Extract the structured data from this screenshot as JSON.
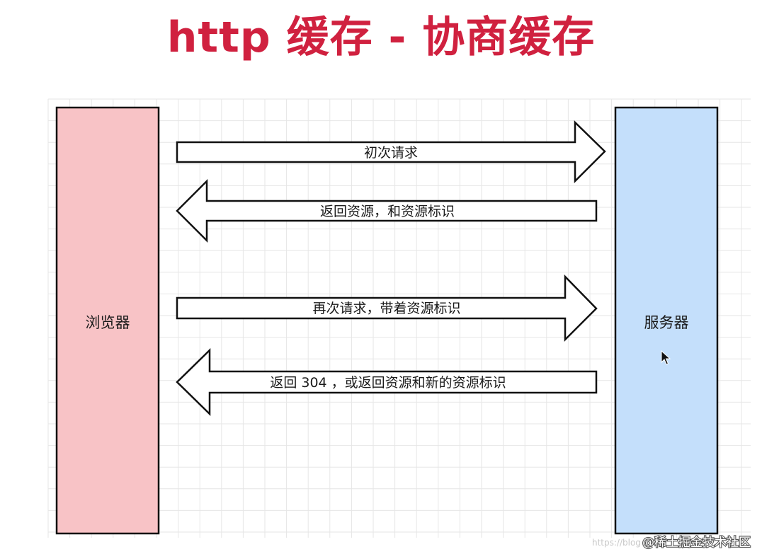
{
  "title": "http 缓存 - 协商缓存",
  "colors": {
    "title": "#d0213f",
    "browser_fill": "#f8c3c6",
    "server_fill": "#c4dffb",
    "grid": "#e6e6e6",
    "stroke": "#111111"
  },
  "nodes": {
    "browser": {
      "label": "浏览器"
    },
    "server": {
      "label": "服务器"
    }
  },
  "arrows": [
    {
      "label": "初次请求",
      "direction": "to-server"
    },
    {
      "label": "返回资源，和资源标识",
      "direction": "to-browser"
    },
    {
      "label": "再次请求，带着资源标识",
      "direction": "to-server"
    },
    {
      "label": "返回 304 ，或返回资源和新的资源标识",
      "direction": "to-browser"
    }
  ],
  "watermark": {
    "url": "https://blog",
    "text": "@稀土掘金技术社区"
  },
  "icons": {
    "cursor": "mouse-pointer-icon"
  }
}
